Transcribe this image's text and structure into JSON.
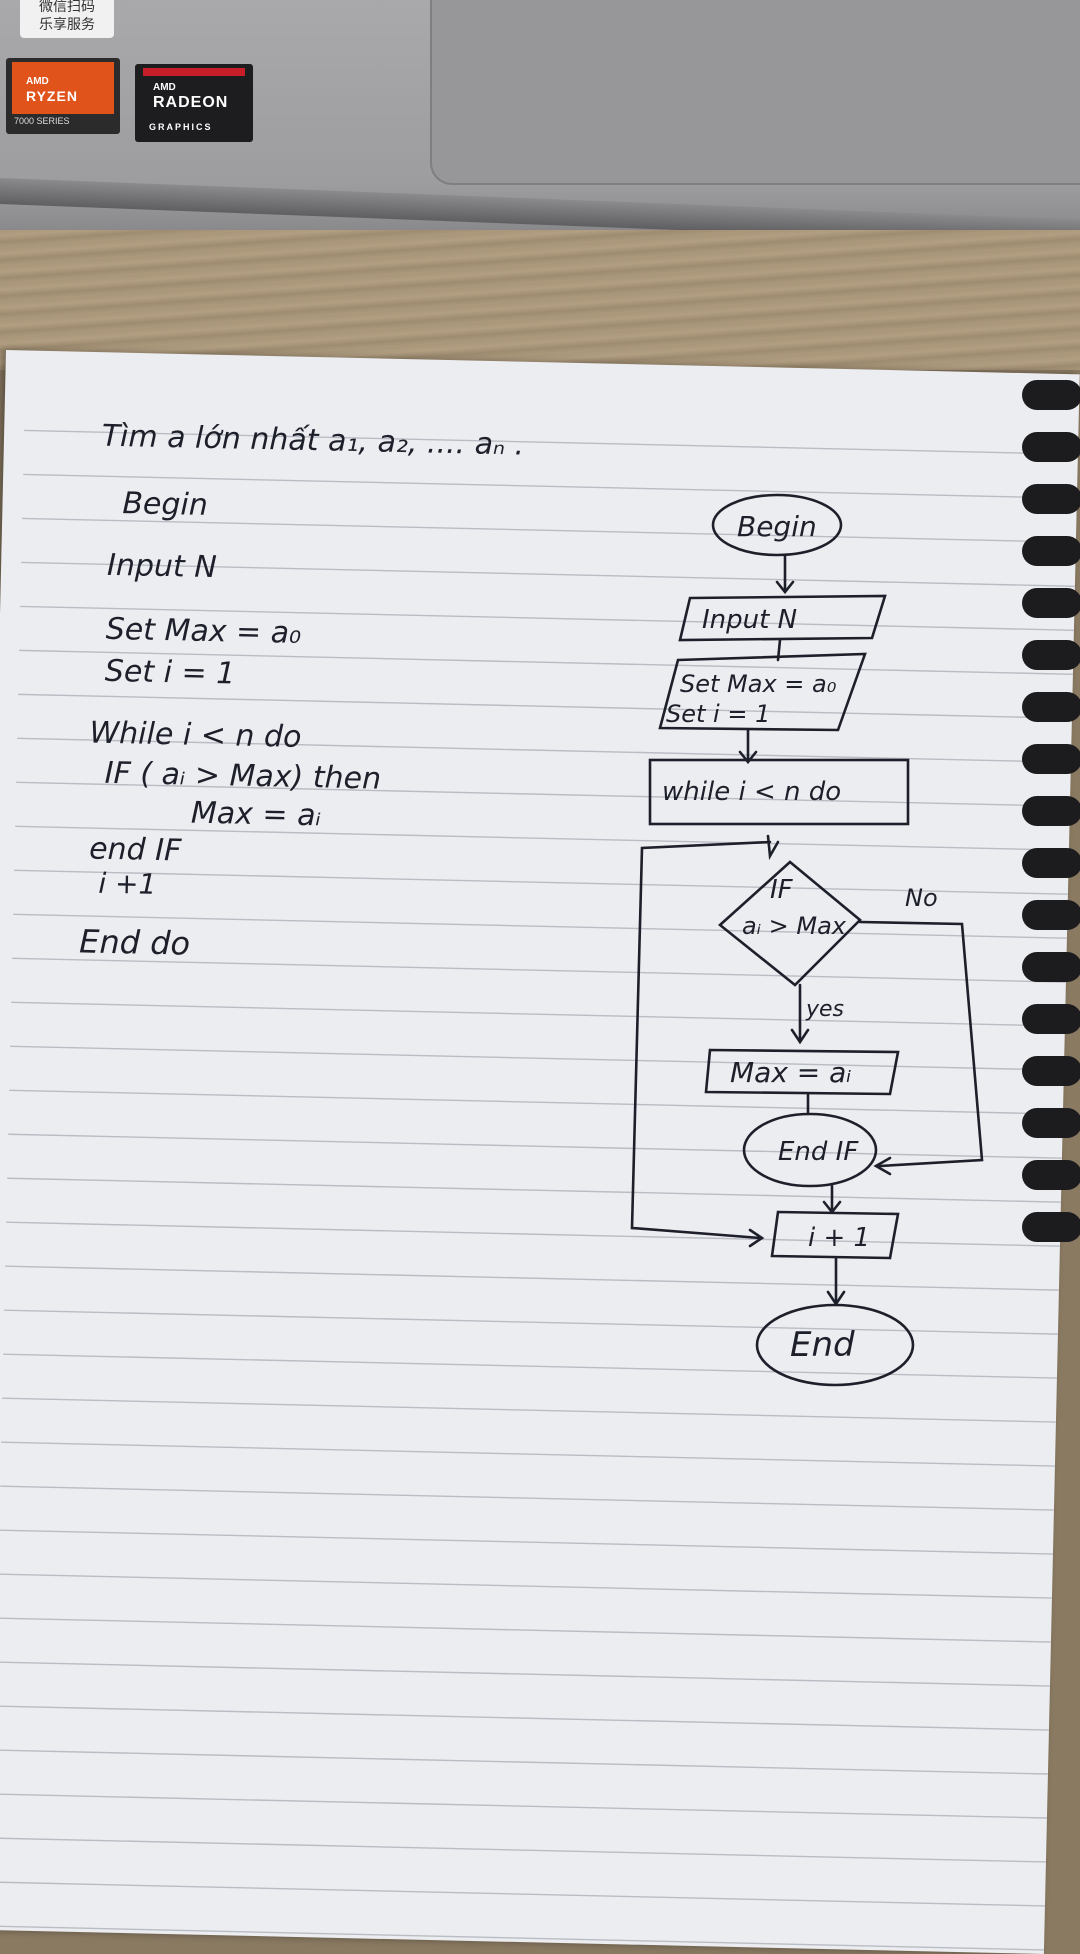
{
  "stickers": {
    "wechat": "微信扫码\n乐享服务",
    "ryzen_brand": "AMD",
    "ryzen_name": "RYZEN",
    "ryzen_series": "7000 SERIES",
    "radeon_brand": "AMD",
    "radeon_name": "RADEON",
    "radeon_sub": "GRAPHICS"
  },
  "notes": {
    "title": "Tìm a lớn nhất a₁, a₂, .... aₙ .",
    "lines": [
      "Begin",
      "Input N",
      "Set  Max = a₀",
      "Set  i = 1",
      "While  i < n  do",
      "IF  ( aᵢ > Max)  then",
      "Max  =  aᵢ",
      "end IF",
      "i +1",
      "End do"
    ]
  },
  "flowchart": {
    "begin": "Begin",
    "input": "Input N",
    "set_max": "Set Max = a₀",
    "set_i": "Set i = 1",
    "while": "while i < n do",
    "if_label": "IF",
    "if_cond": "aᵢ > Max",
    "no": "No",
    "yes": "yes",
    "assign": "Max = aᵢ",
    "endif": "End IF",
    "increment": "i + 1",
    "end": "End"
  },
  "colors": {
    "ink": "#1d1f2a",
    "paper": "#ecedf0",
    "rule": "#b9bcc4"
  }
}
